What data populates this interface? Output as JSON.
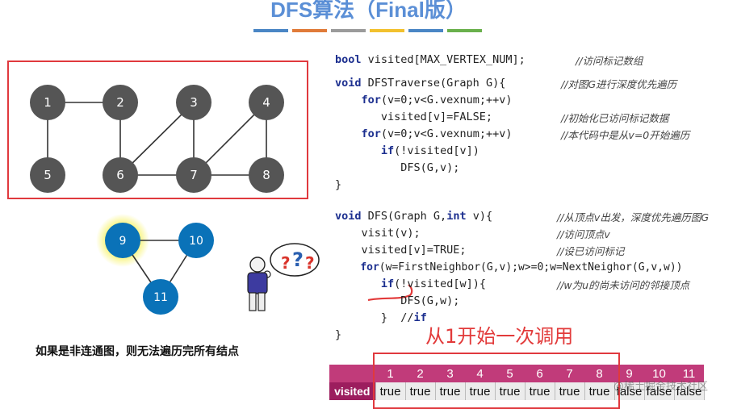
{
  "title": "DFS算法（Final版）",
  "accent_colors": [
    "#4a86c5",
    "#e07b39",
    "#9b9b9b",
    "#f2c12e",
    "#4a86c5",
    "#6ab04c"
  ],
  "graph1": {
    "node_color": "#555555",
    "nodes": [
      "1",
      "2",
      "3",
      "4",
      "5",
      "6",
      "7",
      "8"
    ],
    "edges": [
      [
        "1",
        "2"
      ],
      [
        "1",
        "5"
      ],
      [
        "2",
        "6"
      ],
      [
        "3",
        "6"
      ],
      [
        "3",
        "7"
      ],
      [
        "4",
        "7"
      ],
      [
        "4",
        "8"
      ],
      [
        "6",
        "7"
      ],
      [
        "7",
        "8"
      ]
    ]
  },
  "graph2": {
    "node_color": "#0a72b8",
    "highlight_color": "#f7f36a",
    "nodes": [
      "9",
      "10",
      "11"
    ],
    "edges": [
      [
        "9",
        "10"
      ],
      [
        "9",
        "11"
      ],
      [
        "10",
        "11"
      ]
    ]
  },
  "note_disconnected": "如果是非连通图，则无法遍历完所有结点",
  "code_lines": [
    {
      "text": "bool visited[MAX_VERTEX_NUM];",
      "comment": "//访问标记数组"
    },
    {
      "text": "void DFSTraverse(Graph G){",
      "comment": "//对图G进行深度优先遍历"
    },
    {
      "text": "    for(v=0;v<G.vexnum;++v)",
      "comment": ""
    },
    {
      "text": "       visited[v]=FALSE;",
      "comment": "//初始化已访问标记数据"
    },
    {
      "text": "    for(v=0;v<G.vexnum;++v)",
      "comment": "//本代码中是从v=0开始遍历"
    },
    {
      "text": "       if(!visited[v])",
      "comment": ""
    },
    {
      "text": "          DFS(G,v);",
      "comment": ""
    },
    {
      "text": "}",
      "comment": ""
    },
    {
      "text": "void DFS(Graph G,int v){",
      "comment": "//从顶点v出发，深度优先遍历图G"
    },
    {
      "text": "    visit(v);",
      "comment": "//访问顶点v"
    },
    {
      "text": "    visited[v]=TRUE;",
      "comment": "//设已访问标记"
    },
    {
      "text": "    for(w=FirstNeighbor(G,v);w>=0;w=NextNeighor(G,v,w))",
      "comment": ""
    },
    {
      "text": "       if(!visited[w]){",
      "comment": "//w为u的尚未访问的邻接顶点"
    },
    {
      "text": "          DFS(G,w);",
      "comment": ""
    },
    {
      "text": "       }  //if",
      "comment": ""
    },
    {
      "text": "}",
      "comment": ""
    }
  ],
  "call_note": "从1开始一次调用",
  "visited_table": {
    "label": "visited",
    "indices": [
      "1",
      "2",
      "3",
      "4",
      "5",
      "6",
      "7",
      "8",
      "9",
      "10",
      "11"
    ],
    "values": [
      "true",
      "true",
      "true",
      "true",
      "true",
      "true",
      "true",
      "true",
      "false",
      "false",
      "false"
    ]
  },
  "watermark": "@稀土掘金技术社区"
}
